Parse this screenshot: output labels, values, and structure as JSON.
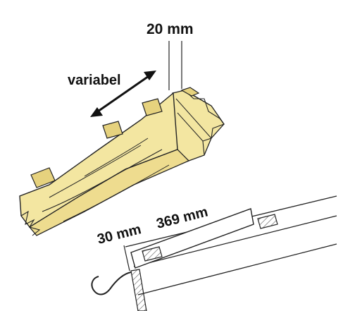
{
  "labels": {
    "top_gap": "20 mm",
    "batten_spacing": "variabel",
    "eaves_overhang": "30 mm",
    "tile_length": "369 mm"
  },
  "colors": {
    "wood_fill": "#f3e6a1",
    "wood_dark": "#d8c27a",
    "stroke": "#222222",
    "batten_fill": "#e6d27e",
    "hatch": "#555555"
  },
  "icons": {
    "double_arrow": "double-headed-arrow",
    "gutter_hook": "rain-gutter-hook"
  }
}
